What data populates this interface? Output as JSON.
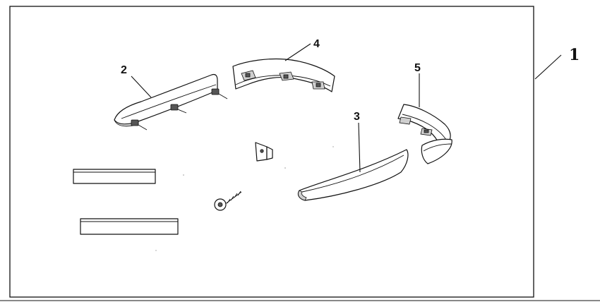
{
  "diagram": {
    "callouts": {
      "kit": "1",
      "front_lip": "2",
      "rear_lip": "3",
      "left_corner": "4",
      "right_corner": "5"
    }
  }
}
